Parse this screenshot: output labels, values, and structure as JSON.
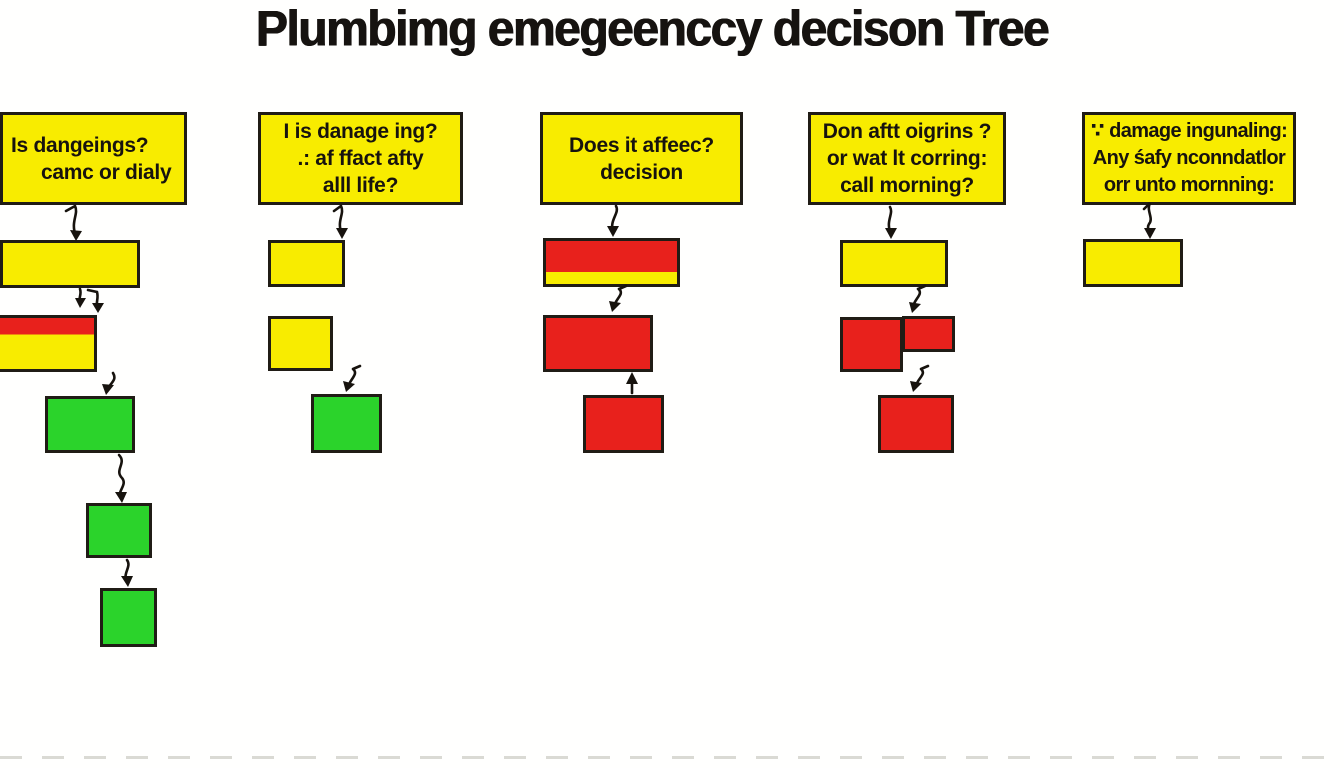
{
  "title": "Plumbimg emegeenccy decison Tree",
  "colors": {
    "yellow": "#F8EC00",
    "red": "#E8211C",
    "green": "#2BD32B",
    "outline": "#201C15",
    "text": "#17130E",
    "background": "#FFFFFE"
  },
  "columns": [
    {
      "question": {
        "lines": [
          "Is dangeings?",
          "camc or dialy"
        ]
      },
      "nodes": [
        {
          "color": "yellow"
        },
        {
          "color": "red-over-yellow"
        },
        {
          "color": "green"
        },
        {
          "color": "green"
        },
        {
          "color": "green"
        }
      ]
    },
    {
      "question": {
        "lines": [
          "I is danage ing?",
          ".: af ffact afty",
          "alll life?"
        ]
      },
      "nodes": [
        {
          "color": "yellow"
        },
        {
          "color": "yellow"
        },
        {
          "color": "green"
        }
      ]
    },
    {
      "question": {
        "lines": [
          "Does it affeec?",
          "decision"
        ]
      },
      "nodes": [
        {
          "color": "red-over-yellow-bottom"
        },
        {
          "color": "red"
        },
        {
          "color": "red"
        }
      ]
    },
    {
      "question": {
        "lines": [
          "Don aftt oigrins ?",
          "or wat lt corring:",
          "call morning?"
        ]
      },
      "nodes": [
        {
          "color": "yellow"
        },
        {
          "color": "red"
        },
        {
          "color": "red"
        },
        {
          "color": "red"
        }
      ]
    },
    {
      "question": {
        "lines": [
          "∵ damage ingunaling:",
          "Any śafy nconndatlor",
          "orr unto mornning:"
        ]
      },
      "nodes": [
        {
          "color": "yellow"
        }
      ]
    }
  ]
}
